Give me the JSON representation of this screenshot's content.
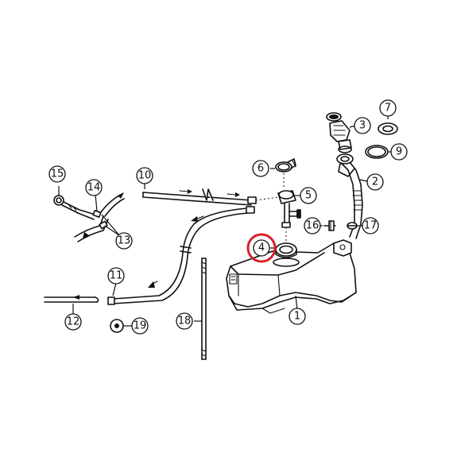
{
  "callouts": [
    {
      "id": "c1",
      "label": "1"
    },
    {
      "id": "c2",
      "label": "2"
    },
    {
      "id": "c3",
      "label": "3"
    },
    {
      "id": "c4",
      "label": "4",
      "highlighted": true
    },
    {
      "id": "c5",
      "label": "5"
    },
    {
      "id": "c6",
      "label": "6"
    },
    {
      "id": "c7",
      "label": "7"
    },
    {
      "id": "c9",
      "label": "9"
    },
    {
      "id": "c10",
      "label": "10"
    },
    {
      "id": "c11",
      "label": "11"
    },
    {
      "id": "c12",
      "label": "12"
    },
    {
      "id": "c13",
      "label": "13"
    },
    {
      "id": "c14",
      "label": "14"
    },
    {
      "id": "c15",
      "label": "15"
    },
    {
      "id": "c16",
      "label": "16"
    },
    {
      "id": "c17",
      "label": "17"
    },
    {
      "id": "c18",
      "label": "18"
    },
    {
      "id": "c19",
      "label": "19"
    }
  ],
  "colors": {
    "line": "#111111",
    "background": "#ffffff",
    "highlight": "#d9202a"
  }
}
